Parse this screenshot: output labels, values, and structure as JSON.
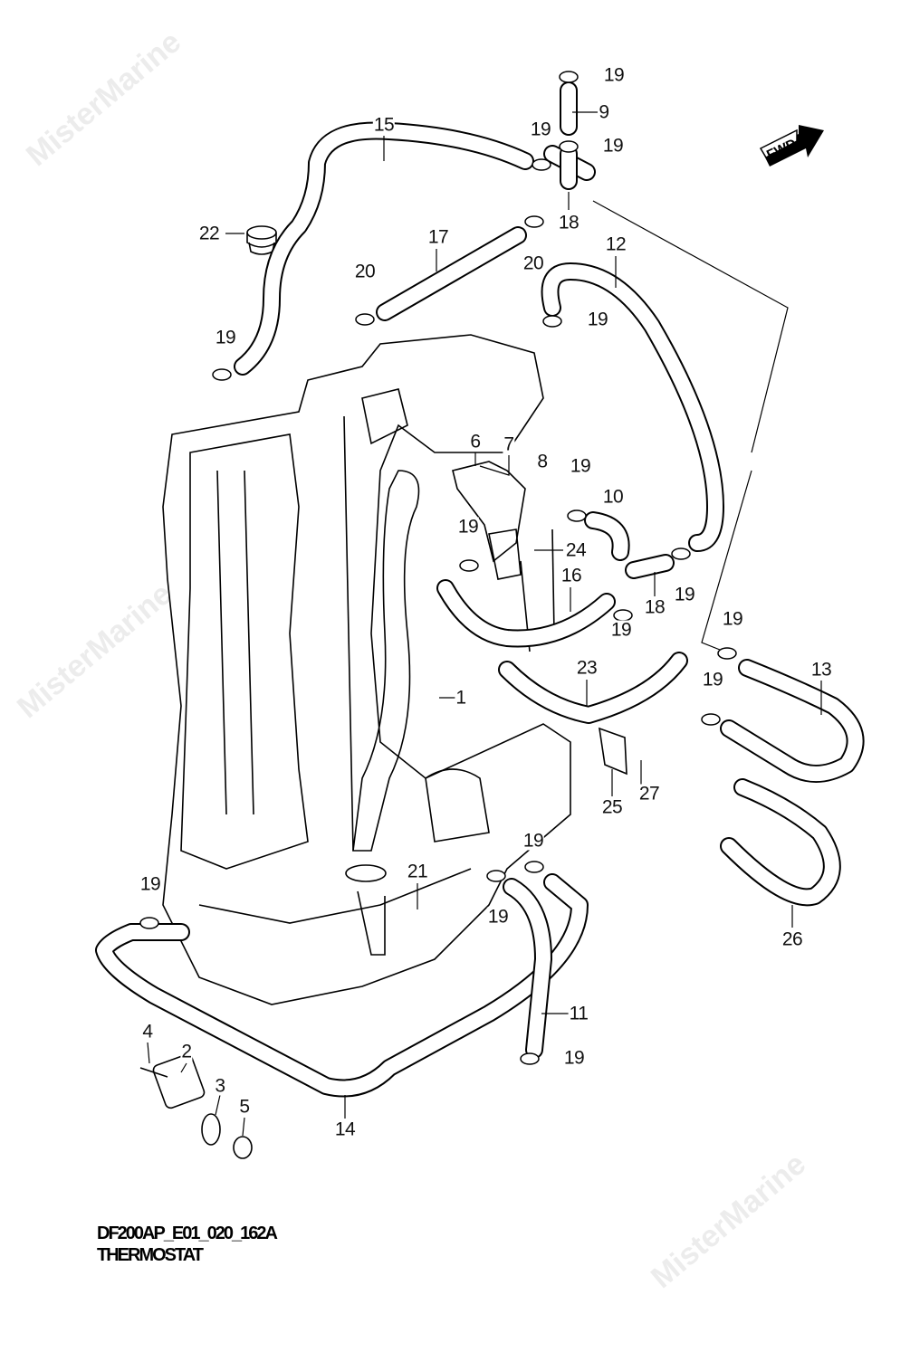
{
  "diagram": {
    "code": "DF200AP_E01_020_162A",
    "title": "THERMOSTAT",
    "fwd_label": "FWD",
    "watermark": "MisterMarine",
    "callouts": [
      "19",
      "9",
      "19",
      "19",
      "15",
      "18",
      "22",
      "17",
      "20",
      "12",
      "20",
      "19",
      "19",
      "6",
      "7",
      "8",
      "19",
      "10",
      "19",
      "24",
      "16",
      "18",
      "19",
      "19",
      "19",
      "23",
      "13",
      "19",
      "1",
      "25",
      "27",
      "19",
      "21",
      "19",
      "19",
      "26",
      "11",
      "19",
      "4",
      "2",
      "3",
      "5",
      "14"
    ]
  }
}
